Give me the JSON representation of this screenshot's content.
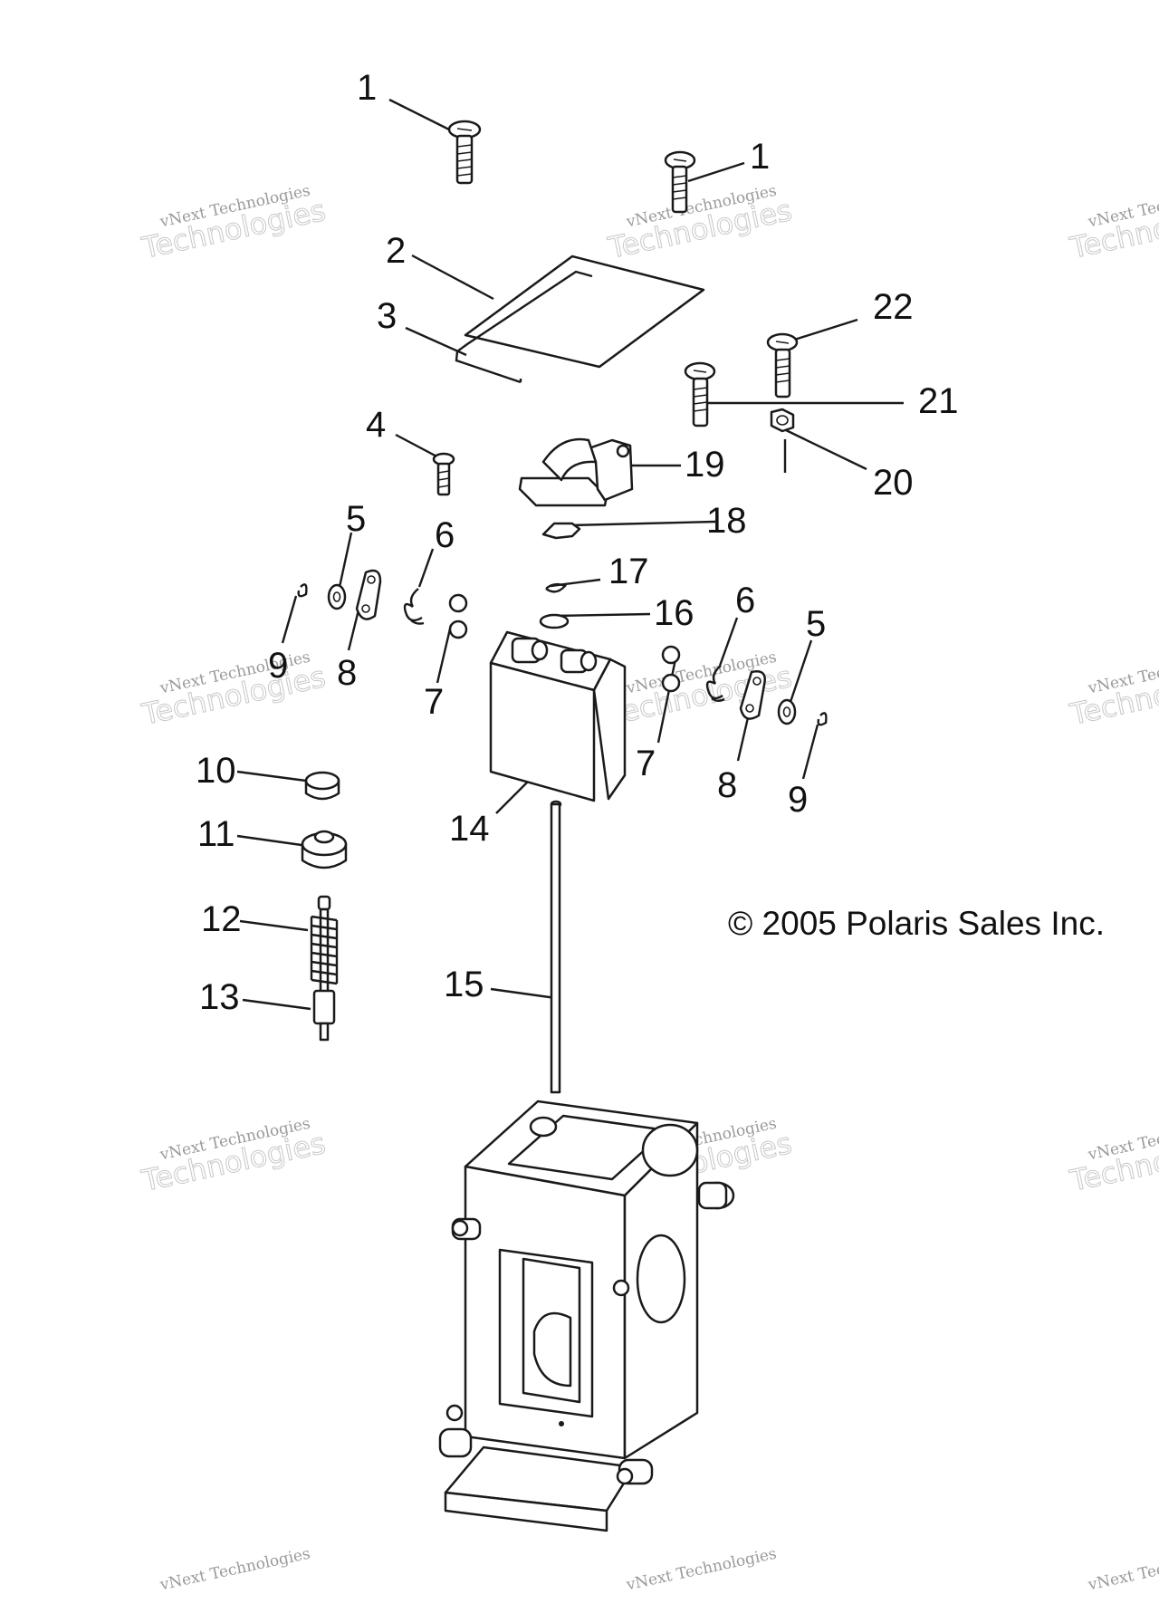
{
  "callouts": [
    "1",
    "1",
    "2",
    "3",
    "4",
    "5",
    "6",
    "7",
    "8",
    "9",
    "10",
    "11",
    "12",
    "13",
    "14",
    "15",
    "16",
    "17",
    "18",
    "19",
    "20",
    "21",
    "22",
    "6",
    "5",
    "7",
    "8",
    "9"
  ],
  "copyright": "© 2005 Polaris Sales Inc.",
  "watermark": {
    "line1": "vNext Technologies",
    "line2": "Technologies"
  }
}
